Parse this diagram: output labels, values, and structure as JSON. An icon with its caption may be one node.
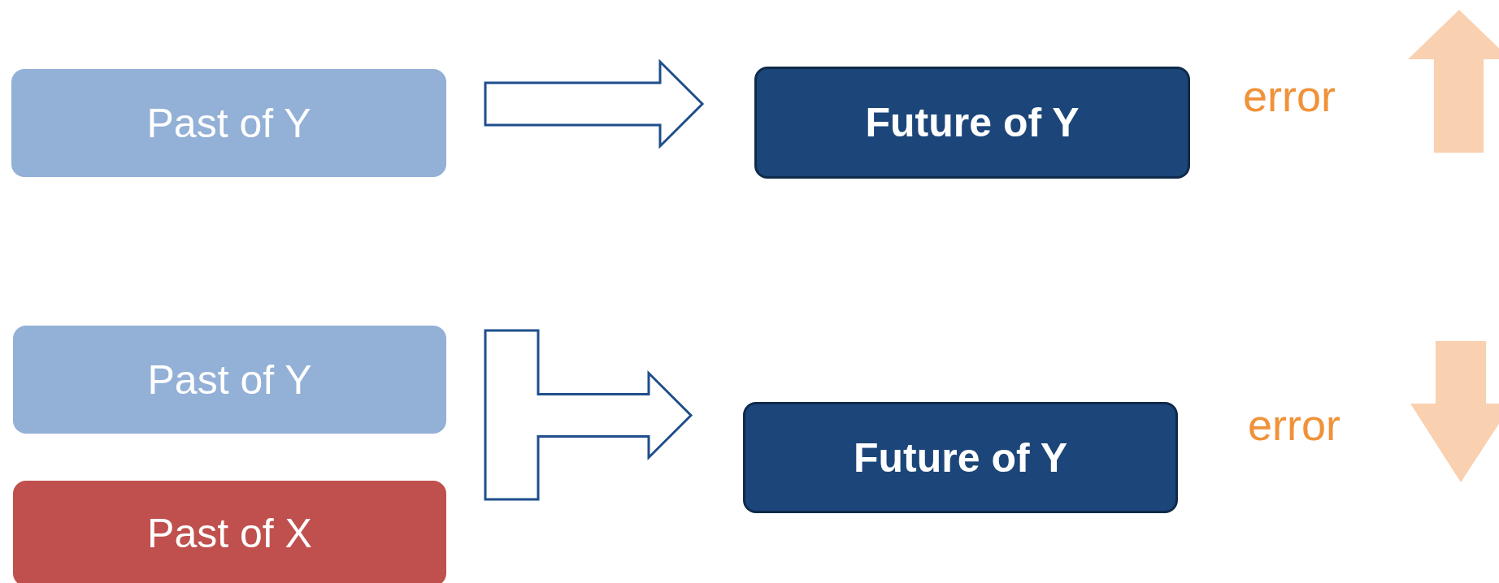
{
  "diagram": {
    "nodes": [
      {
        "text": [
          "Past of Y"
        ]
      },
      {
        "text": [
          "Future of Y"
        ]
      },
      {
        "text": [
          "Past of Y"
        ]
      },
      {
        "text": [
          "Past of X"
        ]
      },
      {
        "text": [
          "Future of Y"
        ]
      }
    ],
    "edges": [
      {
        "from": 0,
        "to": 1,
        "arrow": "to"
      },
      {
        "from": 2,
        "to": 4,
        "arrow": "to"
      },
      {
        "from": 3,
        "to": 4,
        "arrow": "to"
      }
    ],
    "labels": [
      "error",
      "error"
    ]
  }
}
